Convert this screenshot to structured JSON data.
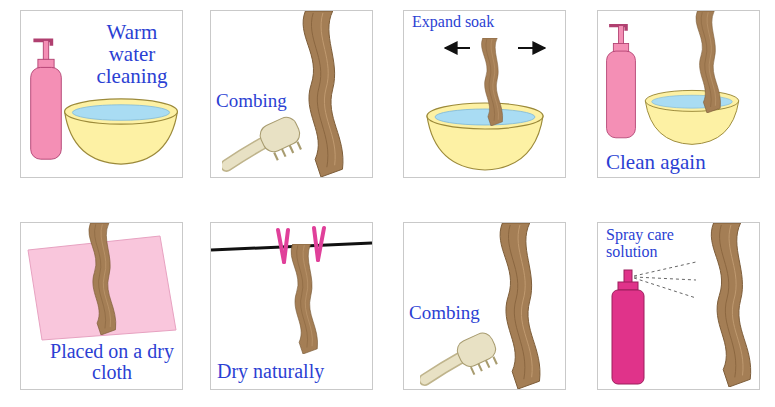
{
  "diagram": {
    "nodes": [
      {
        "text": [
          "Warm water cleaning"
        ]
      },
      {
        "text": [
          "Combing"
        ]
      },
      {
        "text": [
          "Expand soak"
        ]
      },
      {
        "text": [
          "Clean again"
        ]
      },
      {
        "text": [
          "Placed on a dry cloth"
        ]
      },
      {
        "text": [
          "Dry naturally"
        ]
      },
      {
        "text": [
          "Combing"
        ]
      },
      {
        "text": [
          "Spray care solution"
        ]
      }
    ]
  }
}
